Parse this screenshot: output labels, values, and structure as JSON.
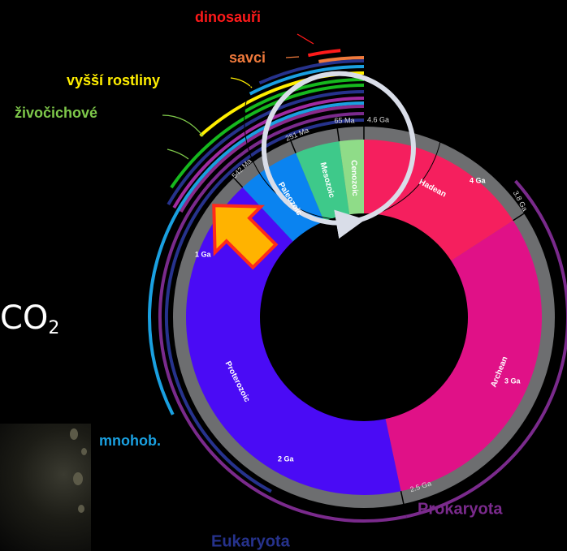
{
  "labels": {
    "co2": "CO",
    "co2_sub": "2",
    "dinosauri": "dinosauři",
    "savci": "savci",
    "vyssi_rostliny": "vyšší rostliny",
    "zivocichove": "živočichové",
    "mnohob": "mnohob.",
    "eukaryota": "Eukaryota",
    "prokaryota": "Prokaryota"
  },
  "eons": [
    {
      "name": "Hadean",
      "color": "#f51f5e"
    },
    {
      "name": "Archean",
      "color": "#e01187"
    },
    {
      "name": "Proterozoic",
      "color": "#4a0bf5"
    },
    {
      "name": "Paleozoic",
      "color": "#0a83f0"
    },
    {
      "name": "Mesozoic",
      "color": "#3ec98a"
    },
    {
      "name": "Cenozoic",
      "color": "#8fdc88"
    }
  ],
  "ticks": [
    {
      "label": "4.6 Ga"
    },
    {
      "label": "4 Ga"
    },
    {
      "label": "3.8 Ga"
    },
    {
      "label": "3 Ga"
    },
    {
      "label": "2.5 Ga"
    },
    {
      "label": "2 Ga"
    },
    {
      "label": "1 Ga"
    },
    {
      "label": "542 Ma"
    },
    {
      "label": "251 Ma"
    },
    {
      "label": "65 Ma"
    }
  ],
  "colors": {
    "dinosauri": "#ff1a1a",
    "savci": "#f07a3c",
    "vyssi_rostliny": "#ffee00",
    "zivocichove": "#7ec84a",
    "zivocichove_arc": "#16b81e",
    "mnohob": "#1aa0e0",
    "eukaryota": "#26328c",
    "prokaryota": "#7a2a8c",
    "ring": "#6d6e70",
    "arrow": "#ffb300",
    "arrow_outline": "#ff2a1a"
  }
}
